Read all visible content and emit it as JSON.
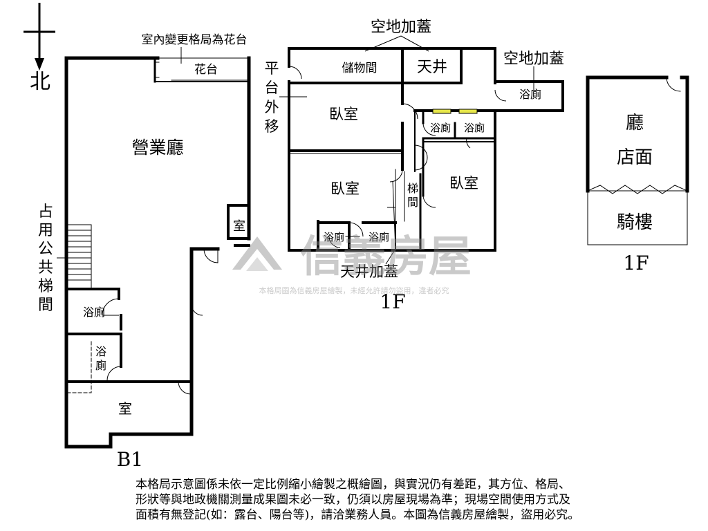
{
  "compass": {
    "north": "北"
  },
  "b1": {
    "level": "B1",
    "hall": "營業廳",
    "balcony_note": "室內變更格局為花台",
    "planter": "花台",
    "stair_chars": [
      "占",
      "用",
      "公",
      "共",
      "梯",
      "間"
    ],
    "small_room": "室",
    "bath1": "浴廁",
    "bath2_chars": [
      "浴",
      "廁"
    ],
    "room": "室"
  },
  "f1_main": {
    "level": "1F",
    "top_note": "空地加蓋",
    "right_note": "空地加蓋",
    "storage": "儲物間",
    "skylight": "天井",
    "terrace_chars": [
      "平",
      "台",
      "外",
      "移"
    ],
    "bedroom1": "臥室",
    "bedroom2": "臥室",
    "bedroom3": "臥室",
    "bath_right": "浴廁",
    "bath_mid1": "浴廁",
    "bath_mid2": "浴廁",
    "stair_chars": [
      "梯",
      "間"
    ],
    "bath_bottom1": "浴廁",
    "bath_bottom2": "浴廁",
    "bottom_note": "天井加蓋"
  },
  "f1_shop": {
    "level": "1F",
    "hall": "廳",
    "shopfront": "店面",
    "arcade": "騎樓"
  },
  "watermark": {
    "brand": "信義房屋",
    "notice": "本格局圖為信義房屋繪製，未經允許請勿盜用，違者必究"
  },
  "disclaimer": [
    "本格局示意圖係未依一定比例縮小繪製之概繪圖，與實況仍有差距，其方位、格局、",
    "形狀等與地政機關測量成果圖未必一致，仍須以房屋現場為準；現場空間使用方式及",
    "面積有無登記(如：露台、陽台等)，請洽業務人員。本圖為信義房屋繪製，盜用必究。"
  ],
  "colors": {
    "wall": "#000000",
    "watermark": "#9a9a9a",
    "window": "#e6e64a"
  }
}
